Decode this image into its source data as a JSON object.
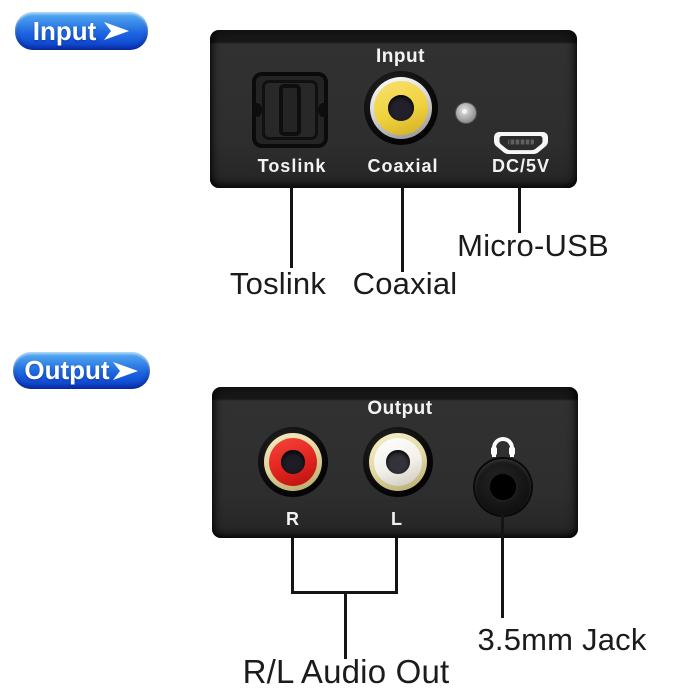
{
  "badges": {
    "input": {
      "label": "Input"
    },
    "output": {
      "label": "Output"
    }
  },
  "device_input": {
    "title": "Input",
    "toslink_label": "Toslink",
    "coaxial_label": "Coaxial",
    "power_label": "DC/5V"
  },
  "device_output": {
    "title": "Output",
    "r_label": "R",
    "l_label": "L"
  },
  "callouts": {
    "toslink": "Toslink",
    "coaxial": "Coaxial",
    "micro_usb": "Micro-USB",
    "rl_audio_out": "R/L Audio Out",
    "jack": "3.5mm Jack"
  },
  "icons": {
    "badge_arrow": "right-arrowhead",
    "headphone": "headphones",
    "led": "status-led"
  },
  "colors": {
    "badge_blue_top": "#58B0F2",
    "badge_blue_bottom": "#0A3CCB",
    "panel_body": "#2E2E2E",
    "panel_edge": "#141414",
    "coaxial_yellow": "#F2D341",
    "rca_red": "#E2231E",
    "rca_white": "#F2F0E8",
    "rca_gold": "#E0D49C",
    "callout_line": "#141414",
    "label_text": "#1B1B1B"
  }
}
